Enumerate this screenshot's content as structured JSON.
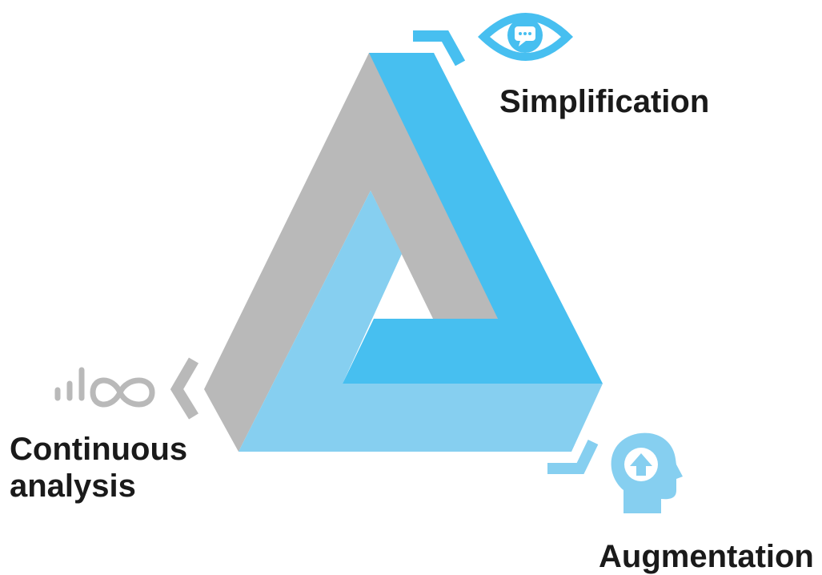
{
  "labels": {
    "simplification": "Simplification",
    "continuous_analysis_line1": "Continuous",
    "continuous_analysis_line2": "analysis",
    "augmentation": "Augmentation"
  },
  "icons": {
    "simplification": "eye-speech-bubble-icon",
    "continuous_analysis": "signal-bars-infinity-icon",
    "augmentation": "head-up-arrow-icon"
  },
  "colors": {
    "gray_face": "#b9b9b9",
    "blue_face": "#47bff0",
    "light_blue_face": "#86cff0",
    "label_text": "#1a1a1a",
    "eye_icon": "#47bff0",
    "analysis_icon": "#b9b9b9",
    "head_icon": "#86cff0"
  }
}
